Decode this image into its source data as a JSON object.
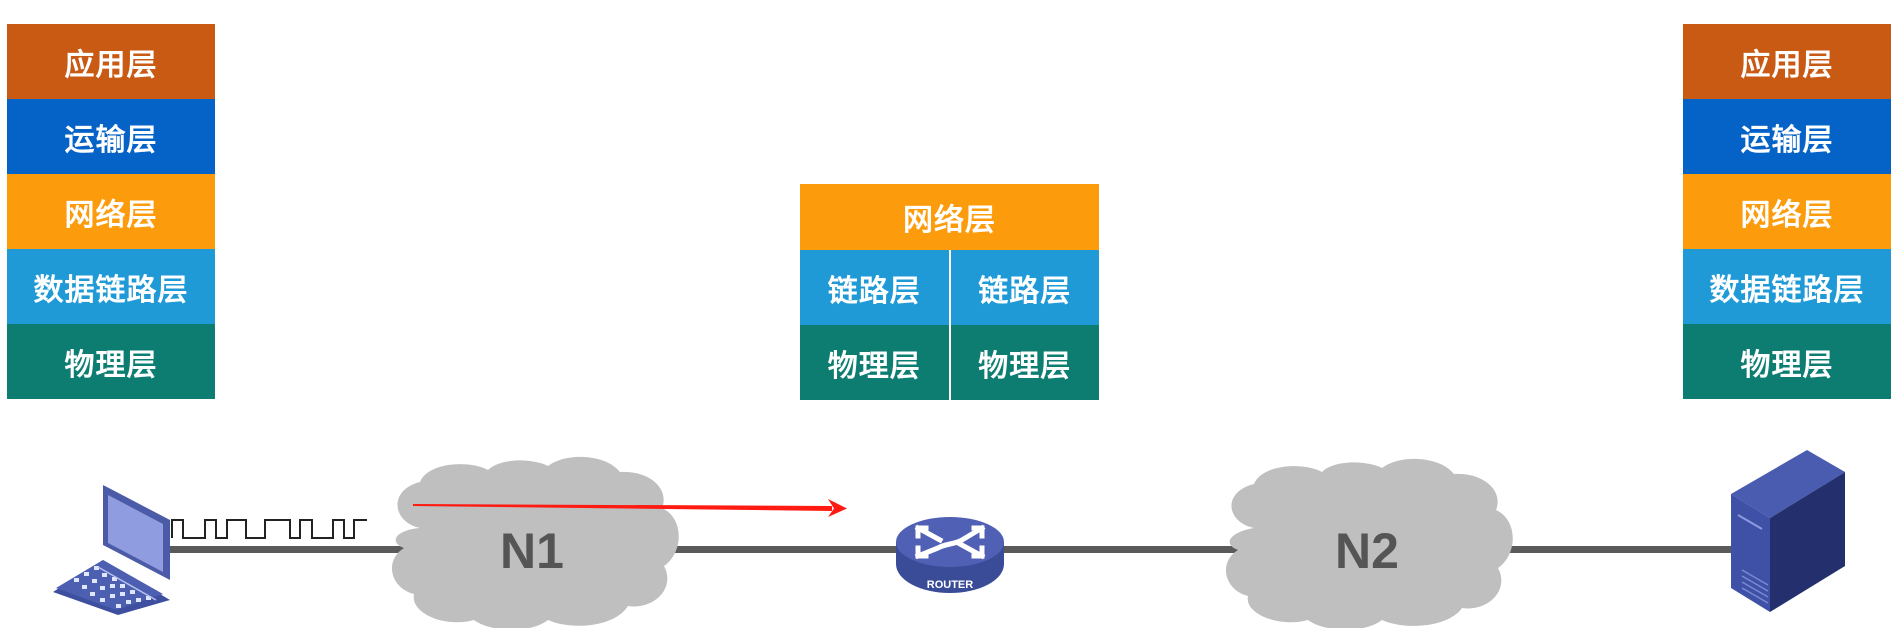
{
  "colors": {
    "application": "#c85a14",
    "transport": "#0563c8",
    "network": "#fc9c0c",
    "datalink": "#1f9ad6",
    "physical": "#0d7d72",
    "link_line": "#5a5a5a",
    "cloud": "#bfbfbf",
    "arrow": "#ff1a12",
    "device": "#3d4fa0"
  },
  "host_left": {
    "device": "laptop-icon",
    "layers": [
      "应用层",
      "运输层",
      "网络层",
      "数据链路层",
      "物理层"
    ]
  },
  "router_stack": {
    "network": "网络层",
    "link": [
      "链路层",
      "链路层"
    ],
    "physical": [
      "物理层",
      "物理层"
    ]
  },
  "host_right": {
    "device": "server-icon",
    "layers": [
      "应用层",
      "运输层",
      "网络层",
      "数据链路层",
      "物理层"
    ]
  },
  "topology": {
    "network1": "N1",
    "network2": "N2",
    "router_label": "ROUTER",
    "signal": "square-wave-bits",
    "arrow_direction": "left-to-right"
  }
}
